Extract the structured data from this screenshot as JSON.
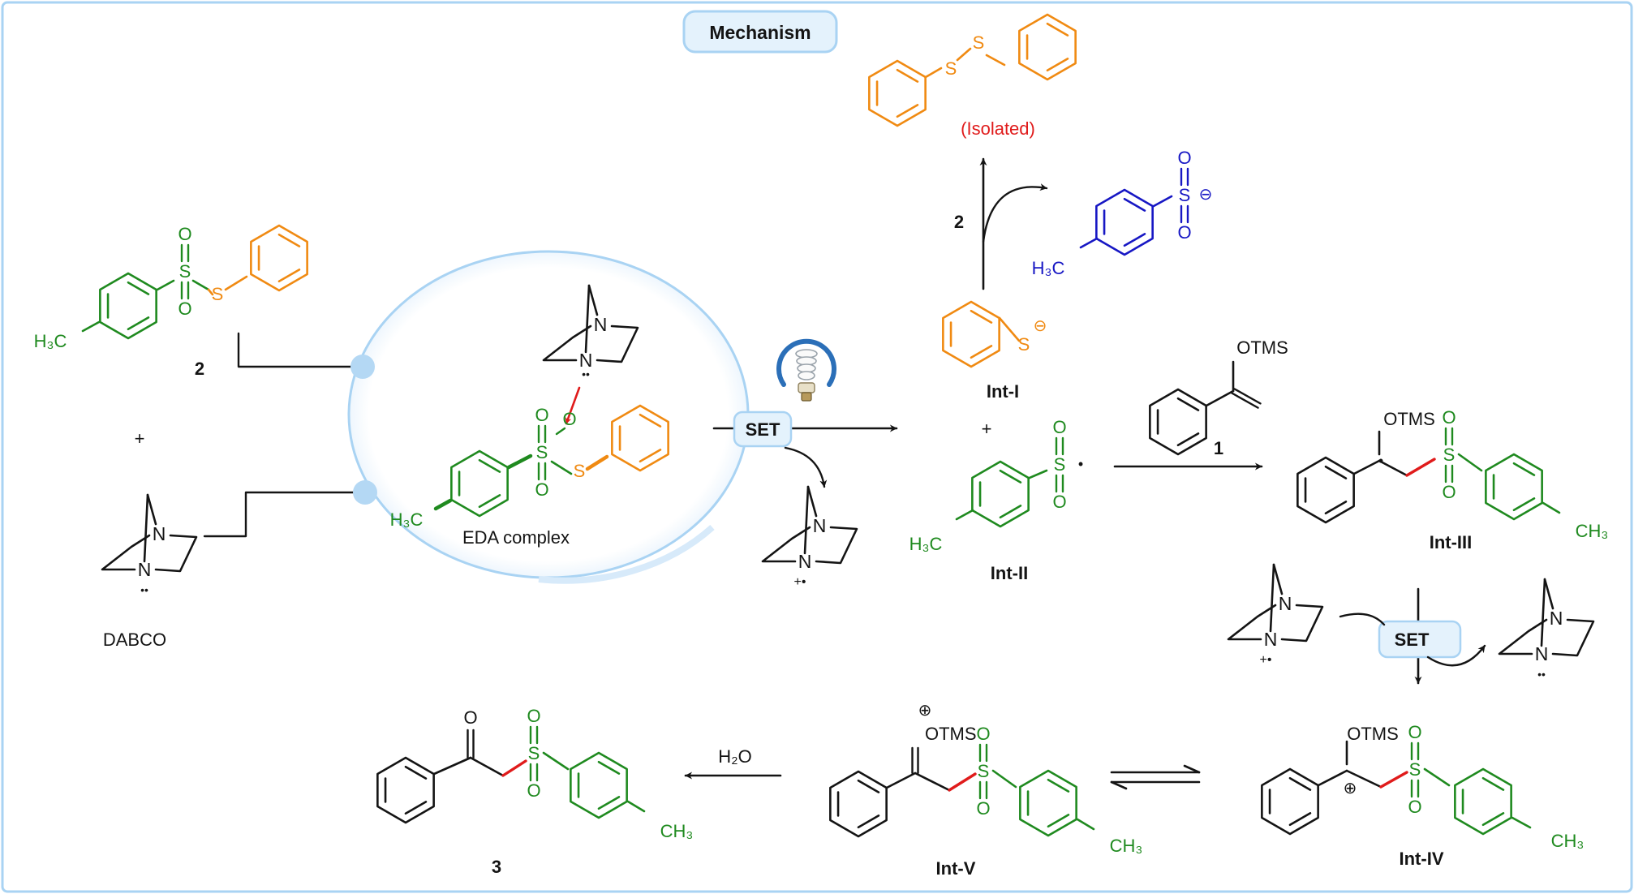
{
  "header": {
    "title": "Mechanism"
  },
  "colors": {
    "black": "#141414",
    "green": "#1f8a1f",
    "orange": "#f08a12",
    "blue": "#1717c4",
    "red": "#e01b1b",
    "frame": "#a9d3f3",
    "badge_fill": "#e4f2fc",
    "node": "#b4d8f4"
  },
  "labels": {
    "reagent_2": "2",
    "plus_left": "+",
    "dabco": "DABCO",
    "eda_complex": "EDA complex",
    "set_top": "SET",
    "set_lower": "SET",
    "isolated": "(Isolated)",
    "reagent_2_top": "2",
    "int_1": "Int-I",
    "plus_mid": "+",
    "int_2": "Int-II",
    "reagent_1": "1",
    "int_3": "Int-III",
    "int_4": "Int-IV",
    "int_5": "Int-V",
    "product_3": "3"
  },
  "atoms": {
    "o": "O",
    "s": "S",
    "n": "N",
    "otms": "OTMS",
    "h3c": "H₃C",
    "ch3": "CH₃",
    "h2o": "H₂O",
    "minus": "⊖",
    "plus": "⊕",
    "radical": "•",
    "lone_pair": "••",
    "radical_cation": "+•"
  },
  "icons": [
    "light-bulb-icon",
    "refresh-arc-icon"
  ]
}
